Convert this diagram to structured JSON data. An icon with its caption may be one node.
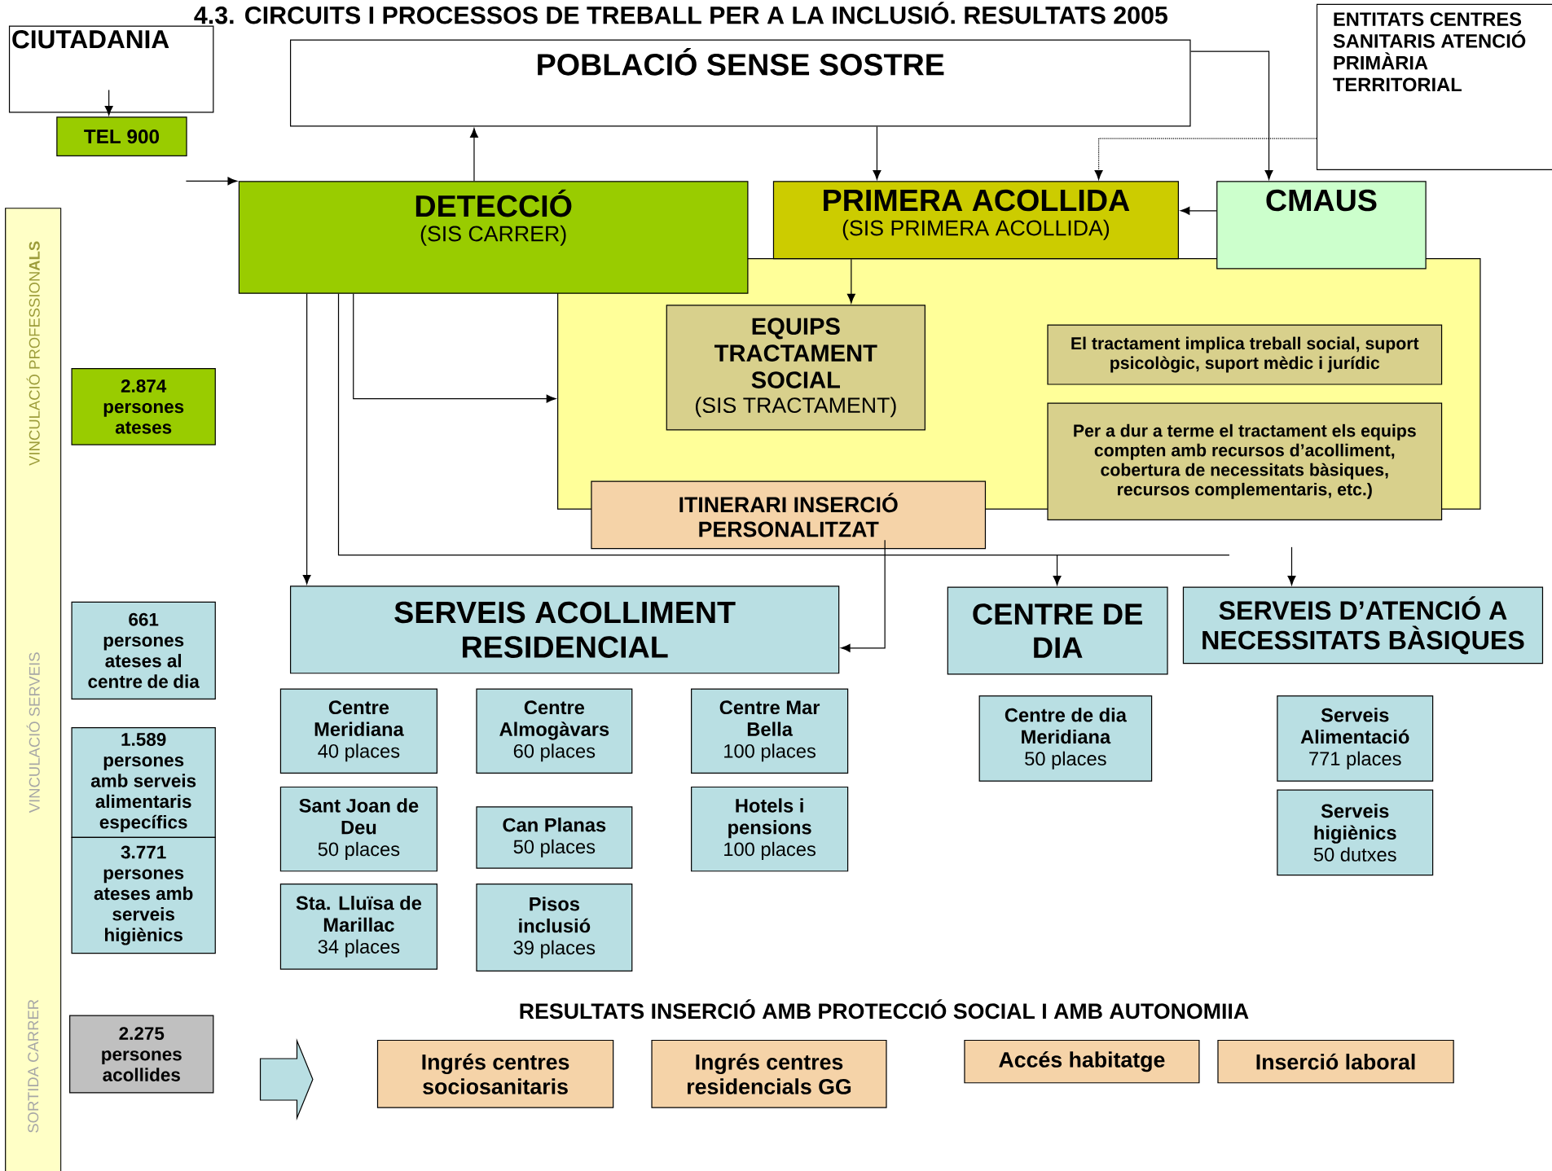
{
  "diagram": {
    "title": "4.3. CIRCUITS I PROCESSOS DE TREBALL PER A LA INCLUSIÓ. RESULTATS  2005",
    "nodes": [
      {
        "text": [
          "CIUTADANIA"
        ]
      },
      {
        "text": [
          "TEL 900"
        ]
      },
      {
        "text": [
          "POBLACIÓ SENSE SOSTRE"
        ]
      },
      {
        "text": [
          "ENTITATS CENTRES SANITARIS ATENCIÓ PRIMÀRIA TERRITORIAL"
        ]
      },
      {
        "text": [
          "DETECCIÓ",
          "(SIS CARRER)"
        ]
      },
      {
        "text": [
          "PRIMERA ACOLLIDA",
          "(SIS PRIMERA ACOLLIDA)"
        ]
      },
      {
        "text": [
          "CMAUS"
        ]
      },
      {
        "text": [],
        "shape": "box"
      },
      {
        "text": [
          "EQUIPS TRACTAMENT SOCIAL",
          "(SIS TRACTAMENT)"
        ],
        "in": 7
      },
      {
        "text": [
          "El tractament implica treball social, suport psicològic, suport mèdic i jurídic"
        ],
        "in": 7
      },
      {
        "text": [
          "Per a dur a terme el tractament  els equips compten amb recursos d’acolliment, cobertura de necessitats bàsiques, recursos complementaris, etc.)"
        ]
      },
      {
        "text": [
          "ITINERARI INSERCIÓ PERSONALITZAT"
        ]
      },
      {
        "text": [
          "SERVEIS ACOLLIMENT RESIDENCIAL"
        ]
      },
      {
        "text": [
          "CENTRE DE DIA"
        ]
      },
      {
        "text": [
          "SERVEIS D’ATENCIÓ A NECESSITATS BÀSIQUES"
        ]
      },
      {
        "text": [
          "Centre Meridiana",
          "40 places"
        ]
      },
      {
        "text": [
          "Centre Almogàvars",
          "60 places"
        ]
      },
      {
        "text": [
          "Centre  Mar Bella",
          "100 places"
        ]
      },
      {
        "text": [
          "Sant Joan de Deu",
          "50 places"
        ]
      },
      {
        "text": [
          "Can Planas",
          "50 places"
        ]
      },
      {
        "text": [
          "Hotels i pensions",
          "100 places"
        ]
      },
      {
        "text": [
          "Sta. Lluïsa de Marillac",
          "34 places"
        ]
      },
      {
        "text": [
          "Pisos inclusió",
          "39 places"
        ]
      },
      {
        "text": [
          "Centre de dia Meridiana",
          "50 places"
        ]
      },
      {
        "text": [
          "Serveis Alimentació",
          "771 places"
        ]
      },
      {
        "text": [
          "Serveis higiènics",
          "50 dutxes"
        ]
      },
      {
        "text": [
          "VINCULACIÓ PROFESSION**ALS**",
          "VINCULACIÓ SERVEIS",
          "SORTIDA CARRER"
        ]
      },
      {
        "text": [
          "2.874 persones ateses"
        ]
      },
      {
        "text": [
          "661 persones ateses al centre de dia"
        ]
      },
      {
        "text": [
          "1.589 persones amb serveis alimentaris específics"
        ]
      },
      {
        "text": [
          "3.771 persones ateses amb serveis higiènics"
        ]
      },
      {
        "text": [
          "2.275 persones acollides"
        ]
      },
      {
        "text": [
          "Ingrés centres sociosanitaris"
        ]
      },
      {
        "text": [
          "Ingrés centres residencials GG"
        ]
      },
      {
        "text": [
          "Accés habitatge"
        ]
      },
      {
        "text": [
          "Inserció laboral"
        ]
      }
    ],
    "edges": [
      {
        "from": 0,
        "to": 1,
        "arrow": "to"
      },
      {
        "from": null,
        "to": 4,
        "arrow": "to"
      },
      {
        "from": 4,
        "to": 2,
        "arrow": "to"
      },
      {
        "from": 2,
        "to": 5,
        "arrow": "to"
      },
      {
        "from": 2,
        "to": 6,
        "arrow": "to"
      },
      {
        "from": 3,
        "to": 5,
        "arrow": "to",
        "style": "dashed"
      },
      {
        "from": 6,
        "to": 5,
        "arrow": "to"
      },
      {
        "from": 5,
        "to": 8,
        "arrow": "to"
      },
      {
        "from": 4,
        "to": 7,
        "arrow": "to"
      },
      {
        "from": 4,
        "to": 12,
        "arrow": "to"
      },
      {
        "from": 4,
        "to": 13,
        "arrow": "to"
      },
      {
        "from": null,
        "to": 14,
        "arrow": "to"
      },
      {
        "from": 11,
        "to": 12,
        "arrow": "to"
      }
    ],
    "labels": [
      "RESULTATS INSERCIÓ AMB PROTECCIÓ SOCIAL I  AMB AUTONOMIIA"
    ]
  }
}
